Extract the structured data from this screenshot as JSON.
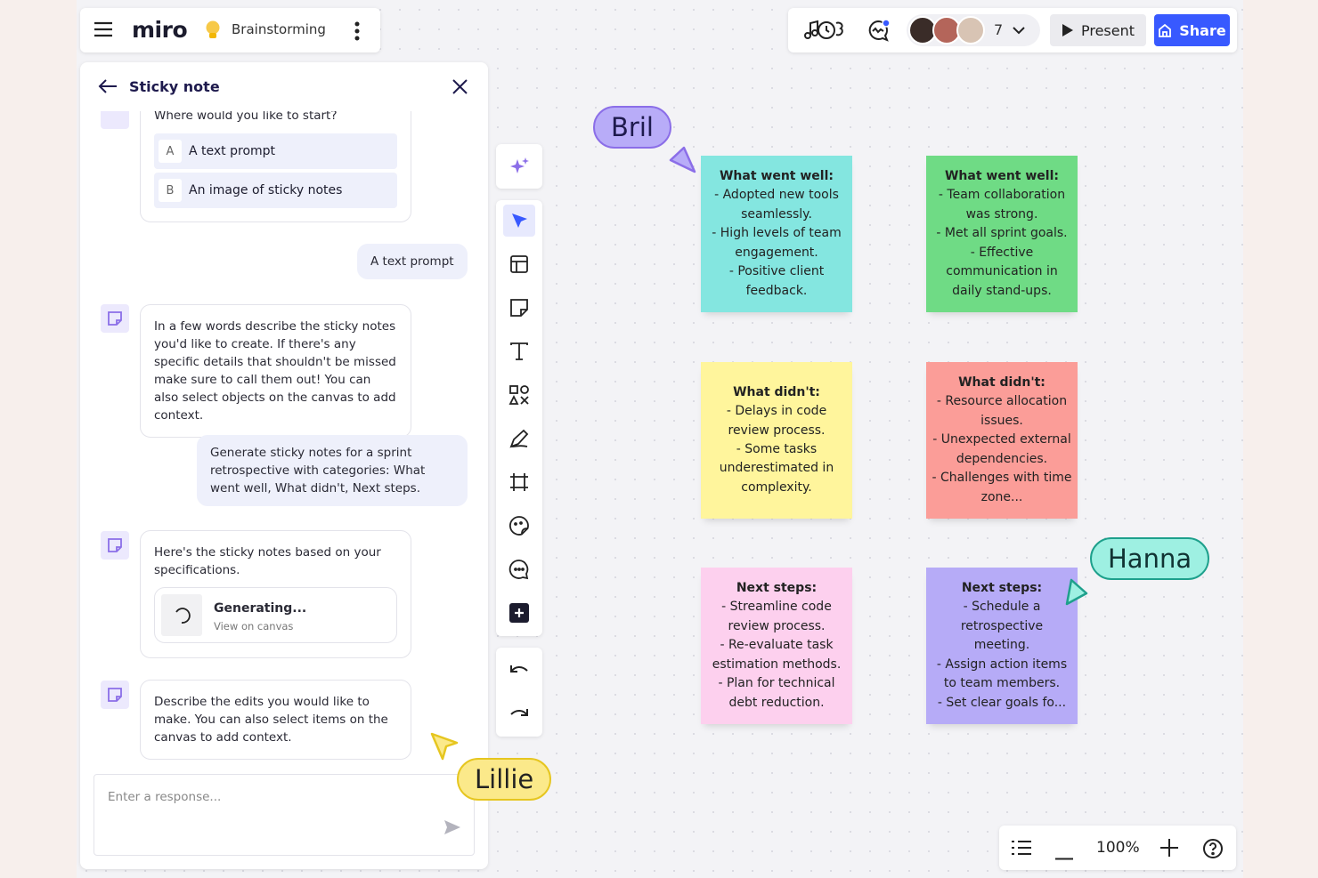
{
  "topbar": {
    "logo": "miro",
    "board_name": "Brainstorming"
  },
  "header": {
    "avatar_count": "7",
    "present_label": "Present",
    "share_label": "Share",
    "accent": "#3859ff"
  },
  "panel": {
    "title": "Sticky note",
    "question": "Where would you like to start?",
    "options": [
      {
        "key": "A",
        "label": "A text prompt"
      },
      {
        "key": "B",
        "label": "An image of sticky notes"
      }
    ],
    "user_reply_1": "A text prompt",
    "bot_msg_1": "In a few words describe the sticky notes you'd like to create. If there's any specific details that shouldn't be missed make sure to call them out! You can also select objects on the canvas to add context.",
    "user_reply_2": "Generate sticky notes for a sprint retrospective with categories: What went well, What didn't, Next steps.",
    "bot_msg_2": "Here's the sticky notes based on your specifications.",
    "generating_title": "Generating...",
    "generating_link": "View on canvas",
    "bot_msg_3": "Describe the edits you would like to make. You can also select items on the canvas to add context.",
    "input_placeholder": "Enter a response..."
  },
  "stickies": [
    {
      "title": "What went well:",
      "lines": [
        "- Adopted new tools seamlessly.",
        "- High levels of team engagement.",
        "- Positive client feedback."
      ],
      "color": "#84e6e0"
    },
    {
      "title": "What went well:",
      "lines": [
        "- Team collaboration was strong.",
        "- Met all sprint goals.",
        "- Effective communication in daily stand-ups."
      ],
      "color": "#6fdb85"
    },
    {
      "title": "What didn't:",
      "lines": [
        "- Delays in code review process.",
        "- Some tasks underestimated in complexity."
      ],
      "color": "#fff59c"
    },
    {
      "title": "What didn't:",
      "lines": [
        "- Resource allocation issues.",
        "- Unexpected external dependencies.",
        "- Challenges with time zone..."
      ],
      "color": "#fb9d98"
    },
    {
      "title": "Next steps:",
      "lines": [
        "- Streamline code review process.",
        "- Re-evaluate task estimation methods.",
        "- Plan for technical debt reduction."
      ],
      "color": "#fdd0ee"
    },
    {
      "title": "Next steps:",
      "lines": [
        "- Schedule a retrospective meeting.",
        "- Assign action items to team members.",
        "- Set clear goals fo..."
      ],
      "color": "#b6abf7"
    }
  ],
  "cursors": [
    {
      "name": "Bril",
      "color": "#b8acf8",
      "border": "#8b6ee8"
    },
    {
      "name": "Hanna",
      "color": "#9ef0e2",
      "border": "#1ea08c"
    },
    {
      "name": "Lillie",
      "color": "#fbe98a",
      "border": "#e6c620"
    }
  ],
  "zoom": {
    "level": "100%"
  }
}
